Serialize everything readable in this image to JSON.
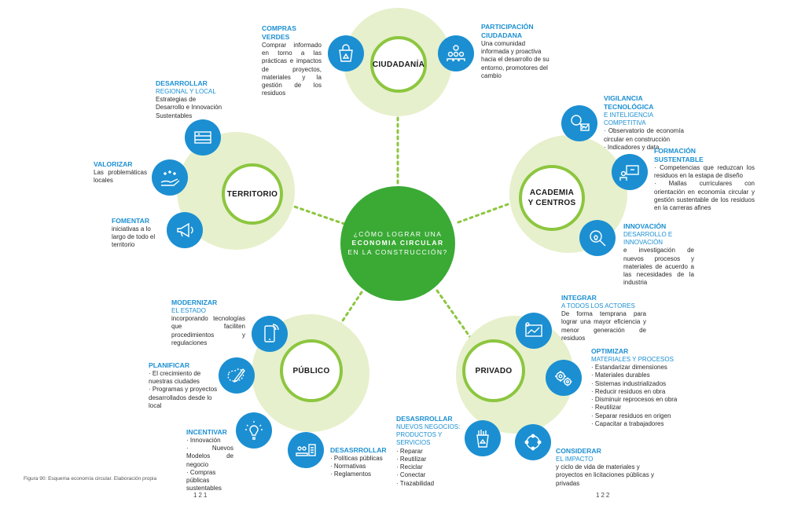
{
  "center": {
    "line1": "¿CÓMO LOGRAR UNA",
    "line2": "ECONOMIA CIRCULAR",
    "line3": "EN LA CONSTRUCCIÓN?"
  },
  "hubs": {
    "ciudadania": "CIUDADANÍA",
    "territorio": "TERRITORIO",
    "academia": "ACADEMIA\nY CENTROS",
    "publico": "PÚBLICO",
    "privado": "PRIVADO"
  },
  "items": {
    "compras_verdes": {
      "title": "COMPRAS VERDES",
      "desc": "Comprar informado en torno a las prácticas e impactos de proyectos, materiales y la gestión de los residuos",
      "icon": "recycle-bag-icon"
    },
    "participacion": {
      "title": "PARTICIPACIÓN\nCIUDADANA",
      "desc": "Una comunidad informada y proactiva hacia el desarrollo de su entorno, promotores del cambio",
      "icon": "community-icon"
    },
    "desarrollar_regional": {
      "title": "DESARROLLAR",
      "subtitle": "REGIONAL Y LOCAL",
      "desc": "Estrategias de Desarrollo e Innovación Sustentables",
      "icon": "flag-icon"
    },
    "valorizar": {
      "title": "VALORIZAR",
      "desc": "Las problemáticas locales",
      "icon": "hand-sparkle-icon"
    },
    "fomentar": {
      "title": "FOMENTAR",
      "desc": "iniciativas a lo largo de todo el territorio",
      "icon": "megaphone-icon"
    },
    "vigilancia": {
      "title": "VIGILANCIA TECNOLÓGICA",
      "subtitle": "E INTELIGENCIA COMPETITIVA",
      "bullets": [
        "· Observatorio de economía circular en construcción",
        "· Indicadores y data"
      ],
      "icon": "magnifier-chart-icon"
    },
    "formacion": {
      "title": "FORMACIÓN\nSUSTENTABLE",
      "bullets": [
        "· Competencias que reduzcan los residuos en la estapa de diseño",
        "· Mallas curriculares con orientación en economía circular y gestión sustentable de los residuos en la carreras afines"
      ],
      "icon": "classroom-icon"
    },
    "innovacion": {
      "title": "INNOVACIÓN",
      "subtitle": "DESARROLLO E INNOVACIÓN",
      "desc": "e investigación de nuevos procesos y materiales de acuerdo a las necesidades de la industria",
      "icon": "lightbulb-search-icon"
    },
    "modernizar": {
      "title": "MODERNIZAR",
      "subtitle": "EL ESTADO",
      "desc": "incorporando tecnologías que faciliten procedimientos y regulaciones",
      "icon": "tablet-icon"
    },
    "planificar": {
      "title": "PLANIFICAR",
      "bullets": [
        "· El crecimiento de nuestras ciudades",
        "· Programas y proyectos desarrollados desde lo local"
      ],
      "icon": "map-pen-icon"
    },
    "incentivar": {
      "title": "INCENTIVAR",
      "bullets": [
        "· Innovación",
        "· Nuevos Modelos de negocio",
        "· Compras públicas sustentables"
      ],
      "icon": "lightbulb-icon"
    },
    "desarrollar_publico": {
      "title": "DESASRROLLAR",
      "bullets": [
        "· Políticas públicas",
        "· Normativas",
        "· Reglamentos"
      ],
      "icon": "people-document-icon"
    },
    "integrar": {
      "title": "INTEGRAR",
      "subtitle": "A TODOS LOS ACTORES",
      "desc": "De forma temprana para lograr una mayor eficiencia y menor generación de residuos",
      "icon": "chart-screen-icon"
    },
    "optimizar": {
      "title": "OPTIMIZAR",
      "subtitle": "MATERIALES Y PROCESOS",
      "bullets": [
        "· Estandarizar dimensiones",
        "· Materiales durables",
        "· Sistemas industrializados",
        "· Reducir residuos en obra",
        "· Disminuir reprocesos en obra",
        "· Reutilizar",
        "· Separar residuos en origen",
        "· Capacitar a trabajadores"
      ],
      "icon": "gears-icon"
    },
    "desarrollar_privado": {
      "title": "DESASRROLLAR",
      "subtitle": "NUEVOS NEGOCIOS:\nPRODUCTOS Y SERVICIOS",
      "bullets": [
        "· Reparar",
        "· Reutilizar",
        "· Reciclar",
        "· Conectar",
        "· Trazabilidad"
      ],
      "icon": "recycle-bin-icon"
    },
    "considerar": {
      "title": "CONSIDERAR",
      "subtitle": "EL IMPACTO",
      "desc": "y ciclo de vida de materiales y proyectos en licitaciones públicas y privadas",
      "icon": "cycle-icon"
    }
  },
  "caption": "Figura 90: Esquema economía circular. Elaboración propia",
  "pages": {
    "left": "121",
    "right": "122"
  },
  "colors": {
    "green": "#3aaa35",
    "ring": "#8cc63f",
    "hub_fill": "#e6f0cc",
    "blue": "#1b8fd2"
  }
}
